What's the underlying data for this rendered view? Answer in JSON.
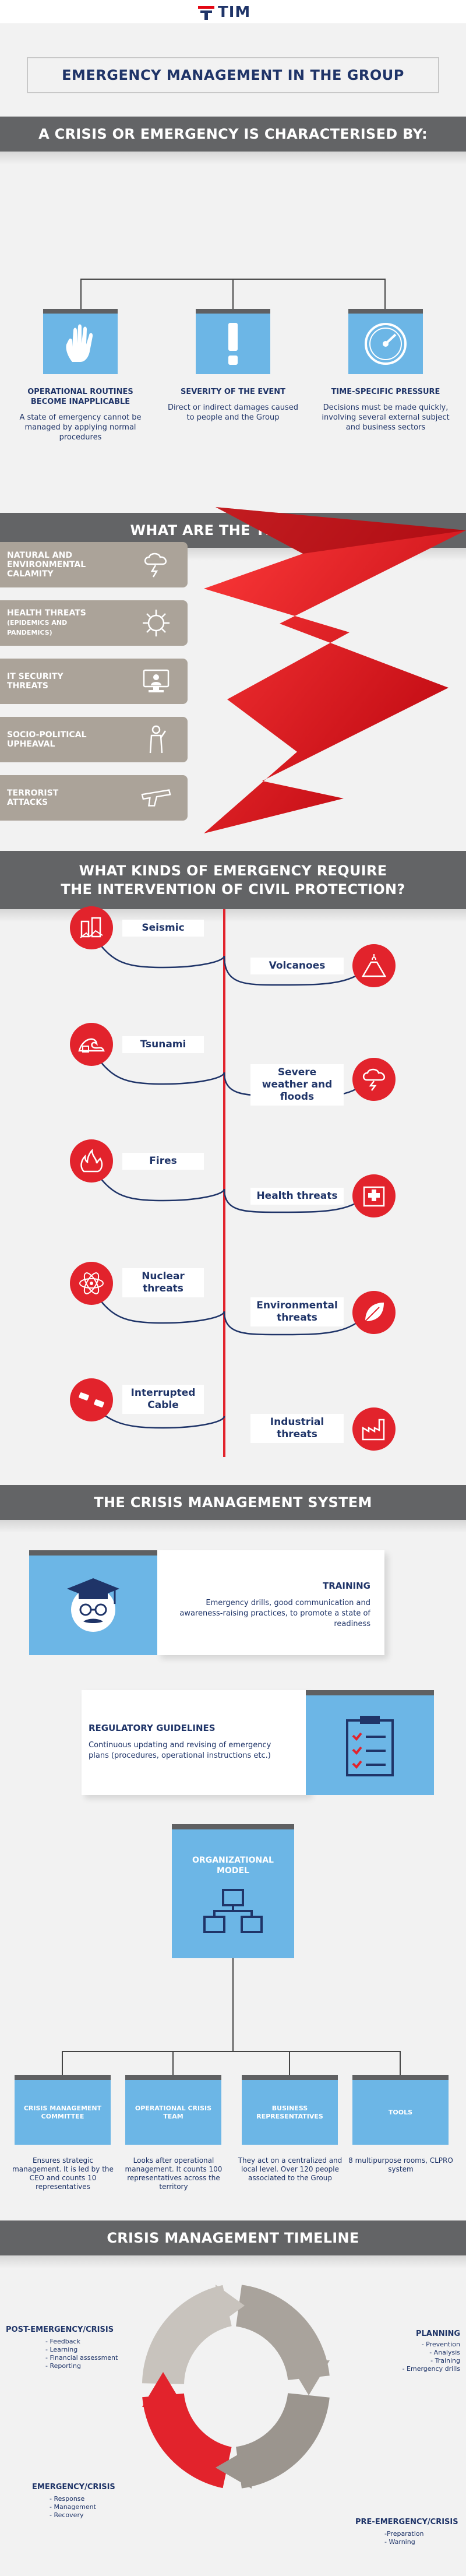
{
  "logo": {
    "text": "TIM"
  },
  "title": "EMERGENCY MANAGEMENT IN THE GROUP",
  "section1": {
    "heading": "A CRISIS OR EMERGENCY IS CHARACTERISED BY:",
    "items": [
      {
        "title": "OPERATIONAL ROUTINES BECOME INAPPLICABLE",
        "desc": "A state of emergency cannot be managed by applying normal procedures",
        "icon": "hand-icon"
      },
      {
        "title": "SEVERITY OF THE EVENT",
        "desc": "Direct or indirect damages caused to people and the Group",
        "icon": "exclamation-icon"
      },
      {
        "title": "TIME-SPECIFIC PRESSURE",
        "desc": "Decisions must be made quickly, involving several external subject and business sectors",
        "icon": "gauge-icon"
      }
    ]
  },
  "section2": {
    "heading": "WHAT ARE THE THREATS?",
    "threats": [
      {
        "label": "NATURAL AND ENVIRONMENTAL CALAMITY",
        "icon": "storm-icon"
      },
      {
        "label": "HEALTH THREATS",
        "sublabel": "(EPIDEMICS AND PANDEMICS)",
        "icon": "virus-icon"
      },
      {
        "label": "IT SECURITY THREATS",
        "icon": "computer-icon"
      },
      {
        "label": "SOCIO-POLITICAL UPHEAVAL",
        "icon": "protester-icon"
      },
      {
        "label": "TERRORIST ATTACKS",
        "icon": "weapon-icon"
      }
    ]
  },
  "section3": {
    "heading_line1": "WHAT KINDS OF EMERGENCY REQUIRE",
    "heading_line2": "THE INTERVENTION OF CIVIL PROTECTION?",
    "left": [
      {
        "label": "Seismic",
        "icon": "earthquake-icon"
      },
      {
        "label": "Tsunami",
        "icon": "wave-icon"
      },
      {
        "label": "Fires",
        "icon": "fire-icon"
      },
      {
        "label": "Nuclear threats",
        "icon": "atom-icon"
      },
      {
        "label": "Interrupted Cable",
        "icon": "cable-icon"
      }
    ],
    "right": [
      {
        "label": "Volcanoes",
        "icon": "volcano-icon"
      },
      {
        "label": "Severe weather and floods",
        "icon": "storm-icon"
      },
      {
        "label": "Health threats",
        "icon": "hospital-icon"
      },
      {
        "label": "Environmental threats",
        "icon": "leaf-icon"
      },
      {
        "label": "Industrial threats",
        "icon": "factory-icon"
      }
    ]
  },
  "section4": {
    "heading": "THE CRISIS MANAGEMENT SYSTEM",
    "training": {
      "title": "TRAINING",
      "text": "Emergency drills, good communication and awareness-raising practices, to promote a state of readiness"
    },
    "regulatory": {
      "title": "REGULATORY GUIDELINES",
      "text": "Continuous updating and revising of emergency plans (procedures, operational instructions etc.)"
    },
    "org_model": "ORGANIZATIONAL MODEL",
    "boxes": [
      {
        "label": "CRISIS MANAGEMENT COMMITTEE",
        "desc": "Ensures strategic management. It is led by the CEO and counts 10 representatives"
      },
      {
        "label": "OPERATIONAL CRISIS TEAM",
        "desc": "Looks after operational management. It counts 100 representatives across the territory"
      },
      {
        "label": "BUSINESS REPRESENTATIVES",
        "desc": "They act on a centralized and local level. Over 120 people associated to the Group"
      },
      {
        "label": "TOOLS",
        "desc": "8 multipurpose rooms, CLPRO system"
      }
    ]
  },
  "section5": {
    "heading": "CRISIS MANAGEMENT TIMELINE",
    "post": {
      "title": "POST-EMERGENCY/CRISIS",
      "items": [
        "- Feedback",
        "- Learning",
        "- Financial assessment",
        "- Reporting"
      ]
    },
    "planning": {
      "title": "PLANNING",
      "items": [
        "- Prevention",
        "- Analysis",
        "- Training",
        "- Emergency drills"
      ]
    },
    "emergency": {
      "title": "EMERGENCY/CRISIS",
      "items": [
        "- Response",
        "- Management",
        "- Recovery"
      ]
    },
    "pre": {
      "title": "PRE-EMERGENCY/CRISIS",
      "items": [
        "-Preparation",
        "- Warning"
      ]
    }
  },
  "colors": {
    "navy": "#1f3468",
    "red": "#e2232c",
    "blue": "#6cb6e6",
    "grey": "#636466",
    "taupe": "#aba399"
  }
}
